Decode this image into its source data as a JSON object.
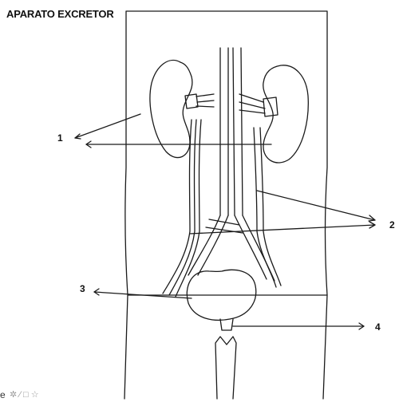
{
  "title": "APARATO EXCRETOR",
  "labels": {
    "n1": "1",
    "n2": "2",
    "n3": "3",
    "n4": "4"
  },
  "colors": {
    "line": "#1a1a1a",
    "background": "#ffffff"
  },
  "footer": {
    "icon": "e",
    "glyphs": "✲∕□☆"
  }
}
